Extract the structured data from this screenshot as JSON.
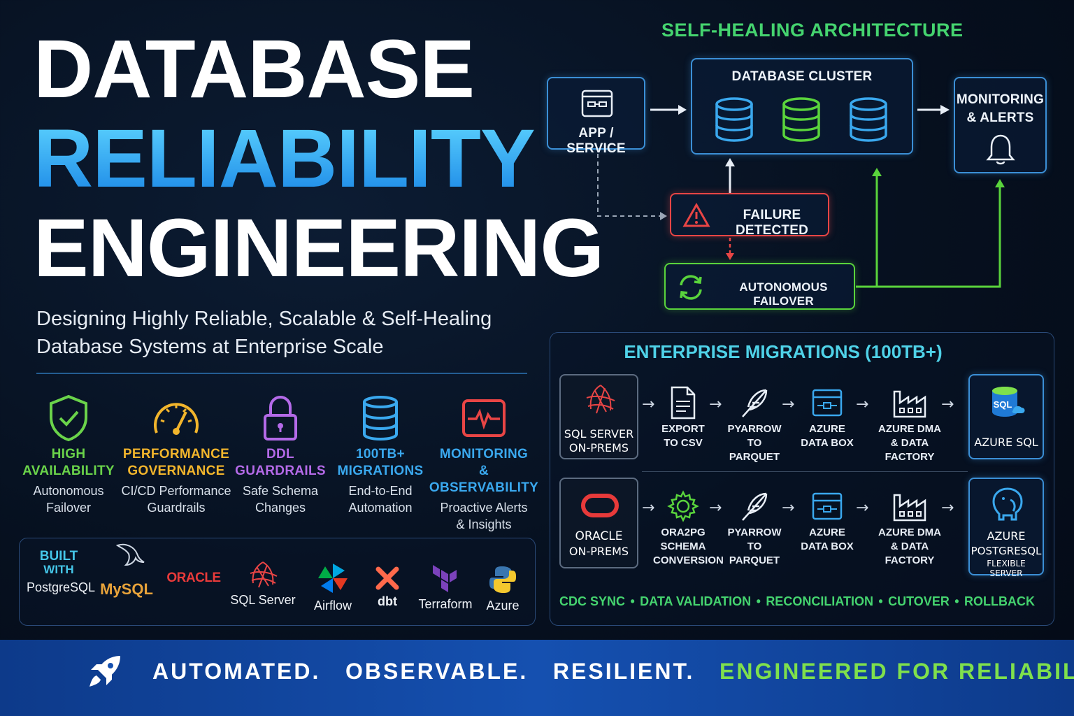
{
  "title": {
    "line1": "DATABASE",
    "line2": "RELIABILITY",
    "line3": "ENGINEERING",
    "subtitle_line1": "Designing Highly Reliable, Scalable & Self-Healing",
    "subtitle_line2": "Database Systems at Enterprise Scale"
  },
  "features": [
    {
      "icon": "shield-check-icon",
      "head1": "HIGH",
      "head2": "AVAILABILITY",
      "desc1": "Autonomous",
      "desc2": "Failover",
      "color": "#6ad34a"
    },
    {
      "icon": "speedometer-icon",
      "head1": "PERFORMANCE",
      "head2": "GOVERNANCE",
      "desc1": "CI/CD Performance",
      "desc2": "Guardrails",
      "color": "#f2b52c"
    },
    {
      "icon": "padlock-icon",
      "head1": "DDL",
      "head2": "GUARDRAILS",
      "desc1": "Safe Schema",
      "desc2": "Changes",
      "color": "#b46ae8"
    },
    {
      "icon": "database-icon",
      "head1": "100TB+",
      "head2": "MIGRATIONS",
      "desc1": "End-to-End",
      "desc2": "Automation",
      "color": "#3aa8ee"
    },
    {
      "icon": "pulse-monitor-icon",
      "head1": "MONITORING",
      "head2": "& OBSERVABILITY",
      "desc1": "Proactive Alerts",
      "desc2": "& Insights",
      "color": "#e84545"
    }
  ],
  "tools": {
    "built_with_1": "BUILT",
    "built_with_2": "WITH",
    "items": [
      "PostgreSQL",
      "MySQL",
      "ORACLE",
      "SQL Server",
      "Airflow",
      "dbt",
      "Terraform",
      "Azure"
    ]
  },
  "self_healing": {
    "title": "SELF-HEALING ARCHITECTURE",
    "app": "APP / SERVICE",
    "cluster": "DATABASE CLUSTER",
    "monitoring_1": "MONITORING",
    "monitoring_2": "& ALERTS",
    "failure": "FAILURE DETECTED",
    "failover": "AUTONOMOUS FAILOVER"
  },
  "migrations": {
    "title": "ENTERPRISE MIGRATIONS (100TB+)",
    "row1": {
      "source_1": "SQL SERVER",
      "source_2": "ON-PREMS",
      "steps": [
        [
          "EXPORT",
          "TO CSV"
        ],
        [
          "PYARROW",
          "TO PARQUET"
        ],
        [
          "AZURE",
          "DATA BOX"
        ],
        [
          "AZURE DMA",
          "& DATA FACTORY"
        ]
      ],
      "target": "AZURE SQL",
      "target_badge": "SQL"
    },
    "row2": {
      "source_1": "ORACLE",
      "source_2": "ON-PREMS",
      "steps": [
        [
          "ORA2PG",
          "SCHEMA",
          "CONVERSION"
        ],
        [
          "PYARROW",
          "TO PARQUET"
        ],
        [
          "AZURE",
          "DATA BOX"
        ],
        [
          "AZURE DMA",
          "& DATA FACTORY"
        ]
      ],
      "target_1": "AZURE",
      "target_2": "POSTGRESQL",
      "target_3": "FLEXIBLE SERVER"
    },
    "footer": [
      "CDC SYNC",
      "DATA VALIDATION",
      "RECONCILIATION",
      "CUTOVER",
      "ROLLBACK"
    ]
  },
  "banner": {
    "part1": "AUTOMATED.",
    "part2": "OBSERVABLE.",
    "part3": "RESILIENT.",
    "part4": "ENGINEERED FOR RELIABILITY."
  },
  "colors": {
    "accent_blue": "#2aa8f0",
    "accent_green": "#45d46f",
    "alert_red": "#e84545"
  }
}
